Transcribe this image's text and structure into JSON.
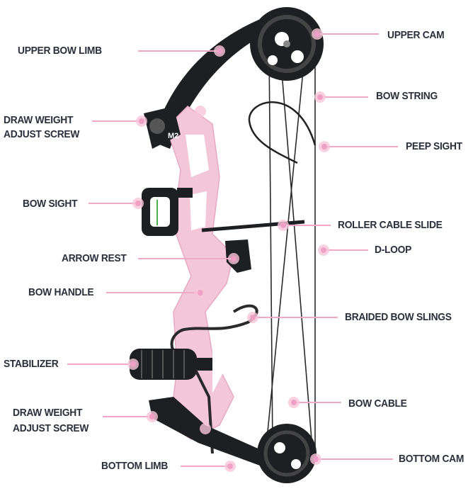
{
  "title": "Compound bow parts diagram",
  "colors": {
    "label": "#2b2f3b",
    "leader": "#f0a8c8",
    "riser": "#f3c6d8",
    "limb": "#1e1f22"
  },
  "labels": {
    "upper_bow_limb": "UPPER BOW LIMB",
    "draw_weight_top_1": "DRAW WEIGHT",
    "draw_weight_top_2": "ADJUST SCREW",
    "bow_sight": "BOW SIGHT",
    "arrow_rest": "ARROW REST",
    "bow_handle": "BOW HANDLE",
    "stabilizer": "STABILIZER",
    "draw_weight_bottom_1": "DRAW WEIGHT",
    "draw_weight_bottom_2": "ADJUST SCREW",
    "bottom_limb": "BOTTOM LIMB",
    "upper_cam": "UPPER CAM",
    "bow_string": "BOW STRING",
    "peep_sight": "PEEP SIGHT",
    "roller_cable_slide": "ROLLER CABLE SLIDE",
    "d_loop": "D-LOOP",
    "braided_bow_slings": "BRAIDED BOW SLINGS",
    "bow_cable": "BOW CABLE",
    "bottom_cam": "BOTTOM CAM"
  },
  "riser_badge": "M2"
}
